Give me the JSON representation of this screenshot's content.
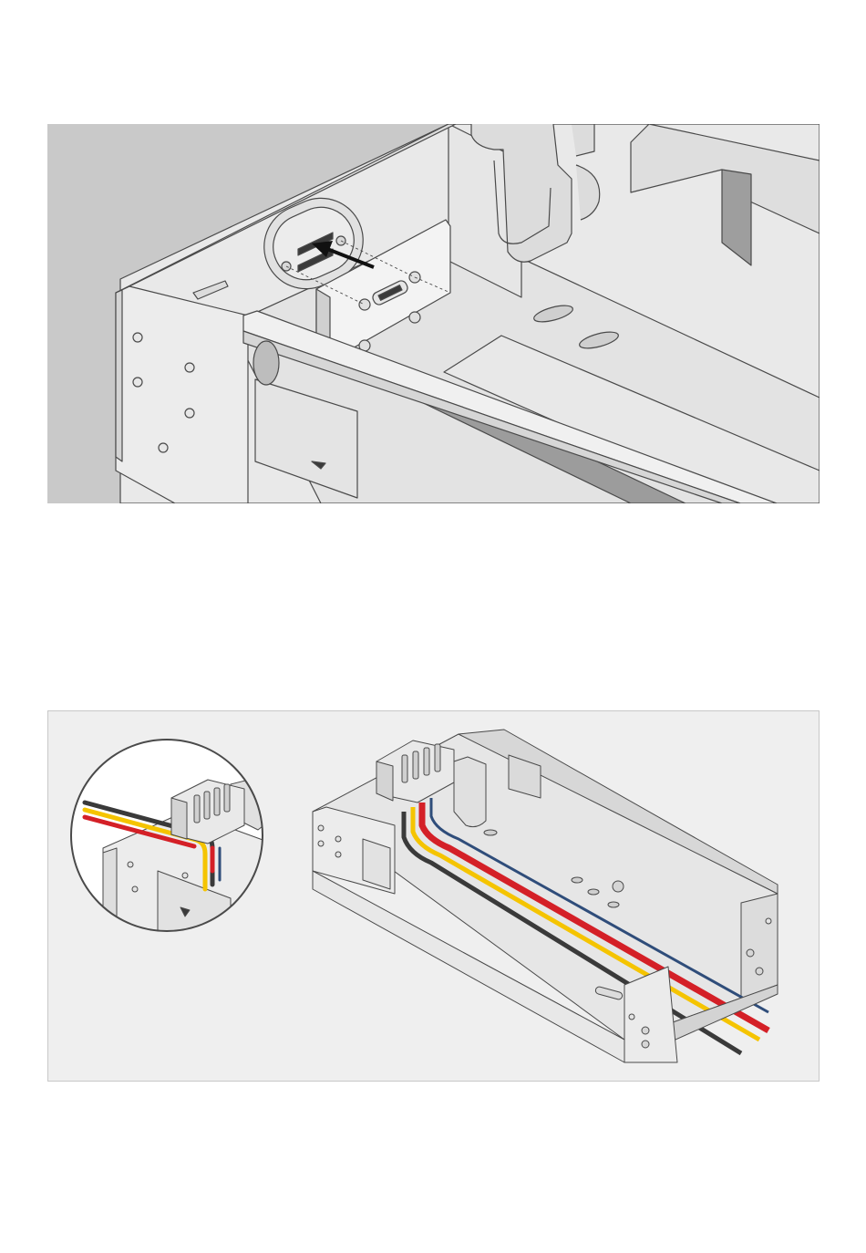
{
  "figures": [
    {
      "id": "figure-1",
      "type": "illustration",
      "subject": "bracket-plate-insertion"
    },
    {
      "id": "figure-2",
      "type": "illustration",
      "subject": "cable-routing-with-zoom-detail"
    }
  ],
  "colors": {
    "background_fig1": "#c9c9c9",
    "background_fig2": "#efefef",
    "metal_light": "#efefef",
    "metal_mid": "#dedede",
    "outline": "#4a4a4a",
    "wire_red": "#d42027",
    "wire_yellow": "#f5c400",
    "wire_black": "#3a3a3a",
    "wire_blue": "#2f4d7a"
  },
  "icons": [
    "insert-arrow-icon"
  ]
}
